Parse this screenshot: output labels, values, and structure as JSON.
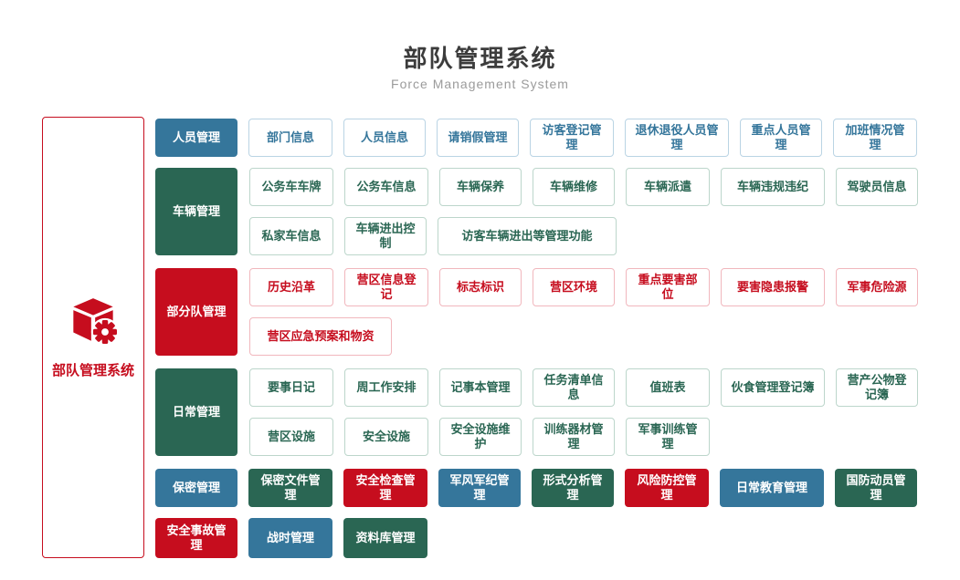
{
  "header": {
    "title": "部队管理系统",
    "subtitle": "Force Management System"
  },
  "root": {
    "label": "部队管理系统",
    "icon": "cube-gear-icon"
  },
  "palette": {
    "blue": "#35769b",
    "green": "#2a6653",
    "red": "#c60d1e",
    "outline_blue": "#bad4e4",
    "outline_green": "#bcd6cb",
    "outline_red": "#f1b7bd",
    "title_text": "#3c3c3c",
    "subtitle_text": "#9b9b9b"
  },
  "sections": {
    "personnel": {
      "category": "人员管理",
      "color": "blue",
      "items": [
        "部门信息",
        "人员信息",
        "请销假管理",
        "访客登记管理",
        "退休退役人员管理",
        "重点人员管理",
        "加班情况管理"
      ]
    },
    "vehicle": {
      "category": "车辆管理",
      "color": "green",
      "row1": [
        "公务车车牌",
        "公务车信息",
        "车辆保养",
        "车辆维修",
        "车辆派遣",
        "车辆违规违纪",
        "驾驶员信息"
      ],
      "row2": [
        "私家车信息",
        "车辆进出控制",
        "访客车辆进出等管理功能"
      ]
    },
    "unit": {
      "category": "部分队管理",
      "color": "red",
      "row1": [
        "历史沿革",
        "营区信息登记",
        "标志标识",
        "营区环境",
        "重点要害部位",
        "要害隐患报警",
        "军事危险源"
      ],
      "row2": [
        "营区应急预案和物资"
      ]
    },
    "daily": {
      "category": "日常管理",
      "color": "green",
      "row1": [
        "要事日记",
        "周工作安排",
        "记事本管理",
        "任务清单信息",
        "值班表",
        "伙食管理登记簿",
        "营产公物登记簿"
      ],
      "row2": [
        "营区设施",
        "安全设施",
        "安全设施维护",
        "训练器材管理",
        "军事训练管理"
      ]
    },
    "secrecy": {
      "category": "保密管理",
      "color": "blue",
      "items": [
        {
          "label": "保密文件管理",
          "color": "green"
        },
        {
          "label": "安全检查管理",
          "color": "red"
        },
        {
          "label": "军风军纪管理",
          "color": "blue"
        },
        {
          "label": "形式分析管理",
          "color": "green"
        },
        {
          "label": "风险防控管理",
          "color": "red"
        },
        {
          "label": "日常教育管理",
          "color": "blue"
        },
        {
          "label": "国防动员管理",
          "color": "green"
        }
      ]
    },
    "accident": {
      "category": "安全事故管理",
      "color": "red",
      "items": [
        {
          "label": "战时管理",
          "color": "blue"
        },
        {
          "label": "资料库管理",
          "color": "green"
        }
      ]
    }
  }
}
